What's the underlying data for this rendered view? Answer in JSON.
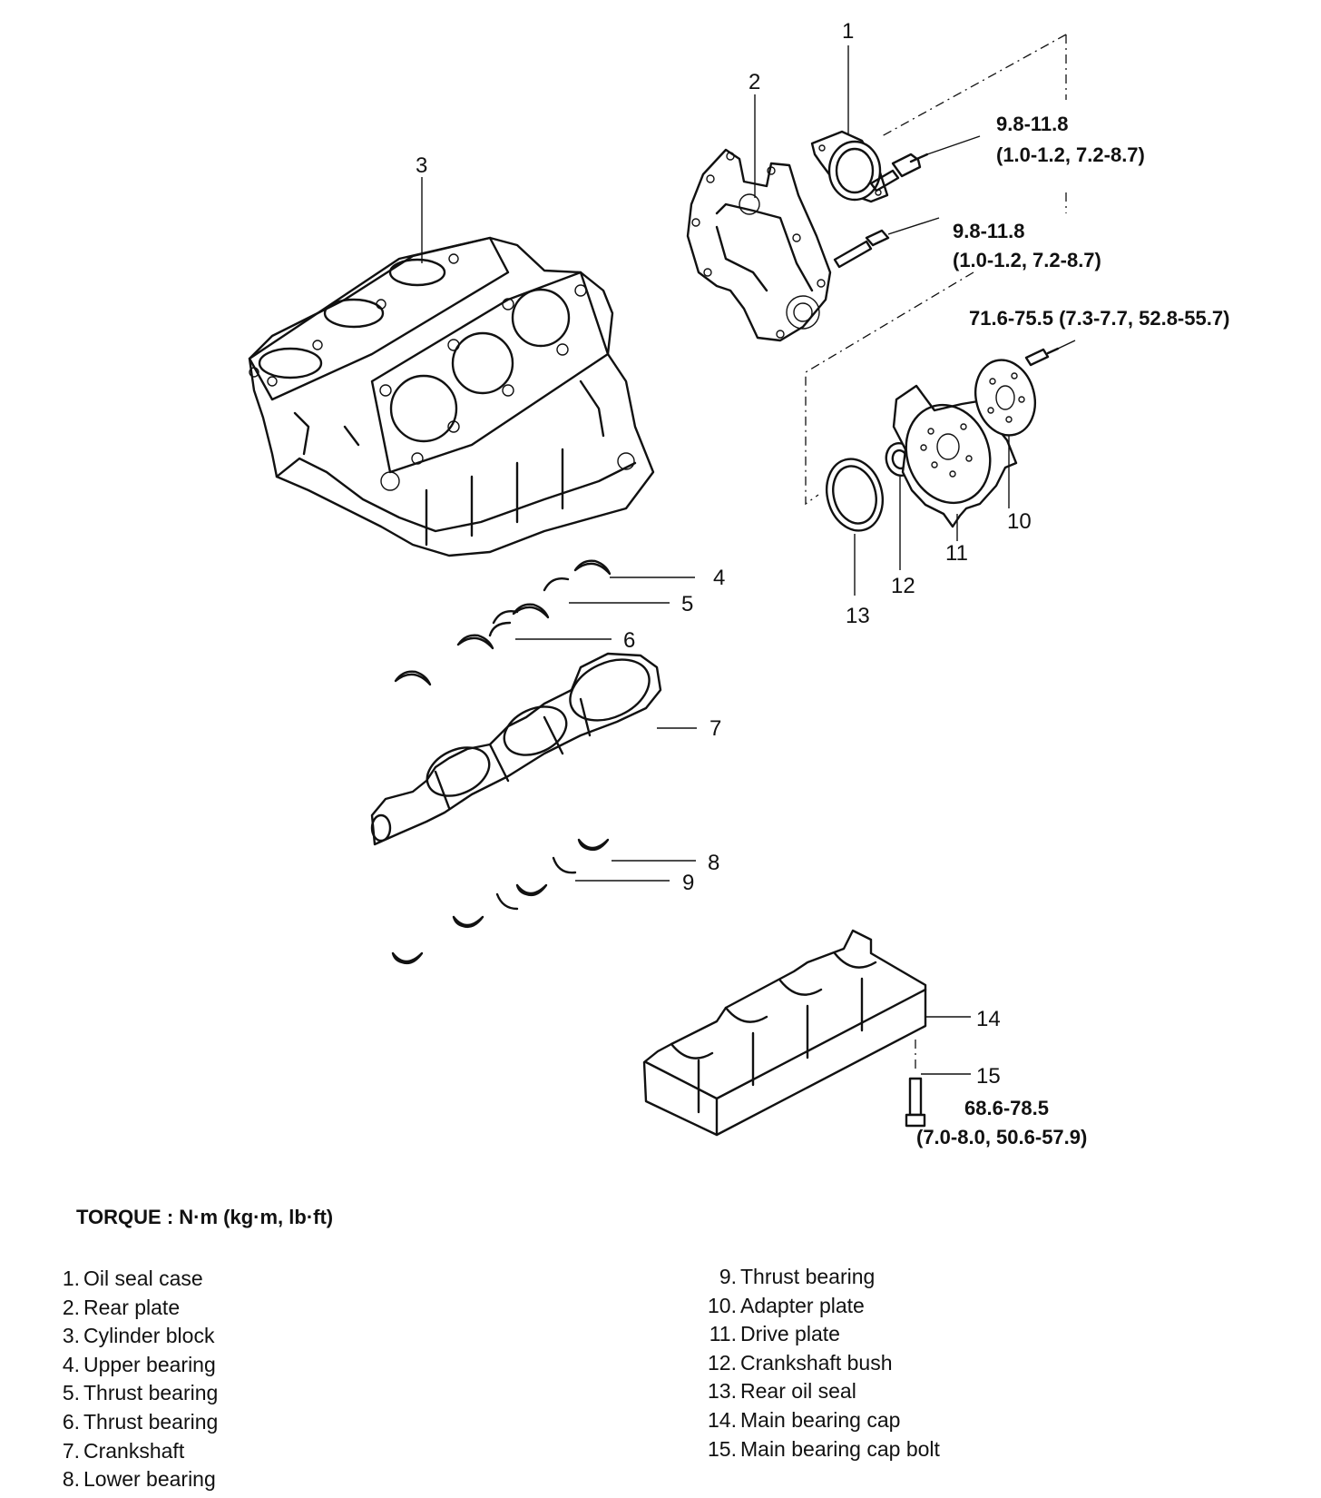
{
  "callouts": {
    "c1": "1",
    "c2": "2",
    "c3": "3",
    "c4": "4",
    "c5": "5",
    "c6": "6",
    "c7": "7",
    "c8": "8",
    "c9": "9",
    "c10": "10",
    "c11": "11",
    "c12": "12",
    "c13": "13",
    "c14": "14",
    "c15": "15"
  },
  "torque_specs": {
    "oil_seal_case_bolt": {
      "line1": "9.8-11.8",
      "line2": "(1.0-1.2, 7.2-8.7)"
    },
    "rear_plate_bolt": {
      "line1": "9.8-11.8",
      "line2": "(1.0-1.2, 7.2-8.7)"
    },
    "drive_plate_bolt": {
      "line1": "71.6-75.5 (7.3-7.7, 52.8-55.7)"
    },
    "main_bearing_cap_bolt": {
      "line1": "68.6-78.5",
      "line2": "(7.0-8.0, 50.6-57.9)"
    }
  },
  "torque_unit_label": "TORQUE : N·m (kg·m, lb·ft)",
  "legend_left": [
    {
      "num": "1.",
      "label": "Oil seal case"
    },
    {
      "num": "2.",
      "label": "Rear plate"
    },
    {
      "num": "3.",
      "label": "Cylinder block"
    },
    {
      "num": "4.",
      "label": "Upper bearing"
    },
    {
      "num": "5.",
      "label": "Thrust bearing"
    },
    {
      "num": "6.",
      "label": "Thrust bearing"
    },
    {
      "num": "7.",
      "label": "Crankshaft"
    },
    {
      "num": "8.",
      "label": "Lower bearing"
    }
  ],
  "legend_right": [
    {
      "num": "9.",
      "label": "Thrust bearing"
    },
    {
      "num": "10.",
      "label": "Adapter plate"
    },
    {
      "num": "11.",
      "label": "Drive plate"
    },
    {
      "num": "12.",
      "label": "Crankshaft bush"
    },
    {
      "num": "13.",
      "label": "Rear oil seal"
    },
    {
      "num": "14.",
      "label": "Main bearing cap"
    },
    {
      "num": "15.",
      "label": "Main bearing cap bolt"
    }
  ]
}
